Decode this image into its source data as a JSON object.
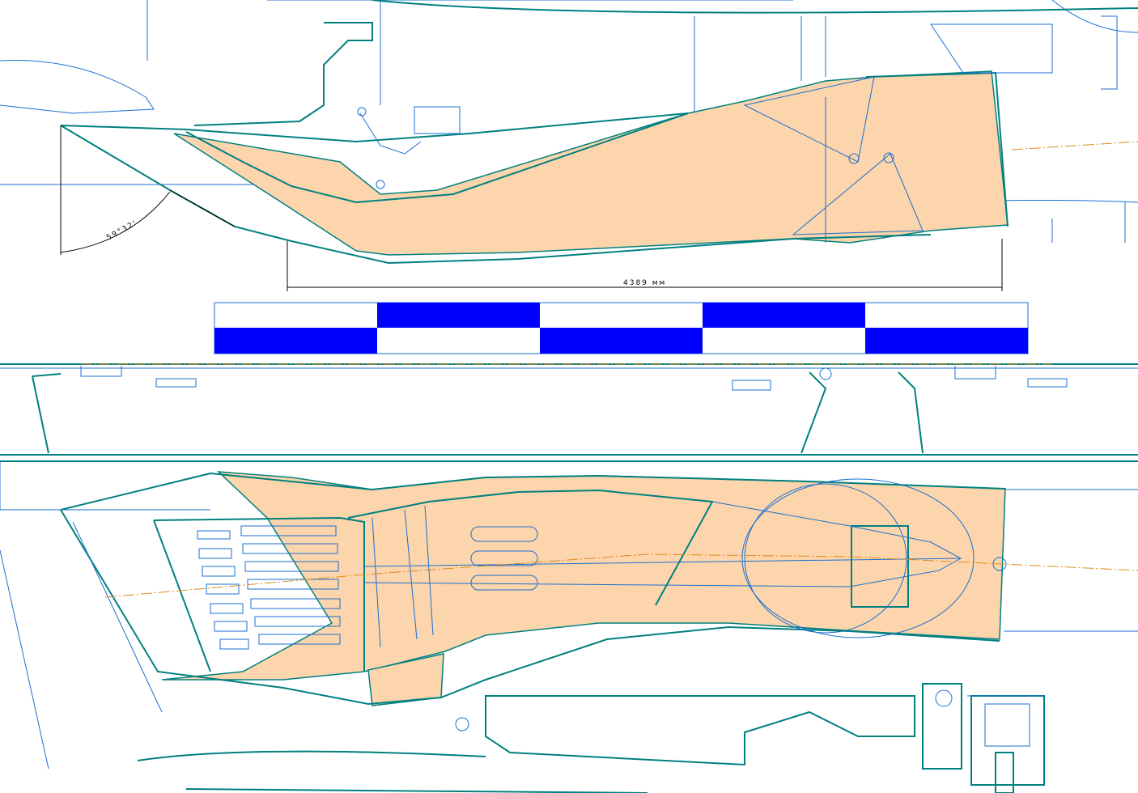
{
  "annotations": {
    "angle": "59°32'",
    "length": "4389 мм"
  },
  "colors": {
    "fill": "#fcd5ac",
    "outline": "#00807f",
    "lines": "#1a6fd0",
    "scale_bar": "#0000ff",
    "centerline": "#e08a1e"
  },
  "scale_bar": {
    "segments": 5
  }
}
